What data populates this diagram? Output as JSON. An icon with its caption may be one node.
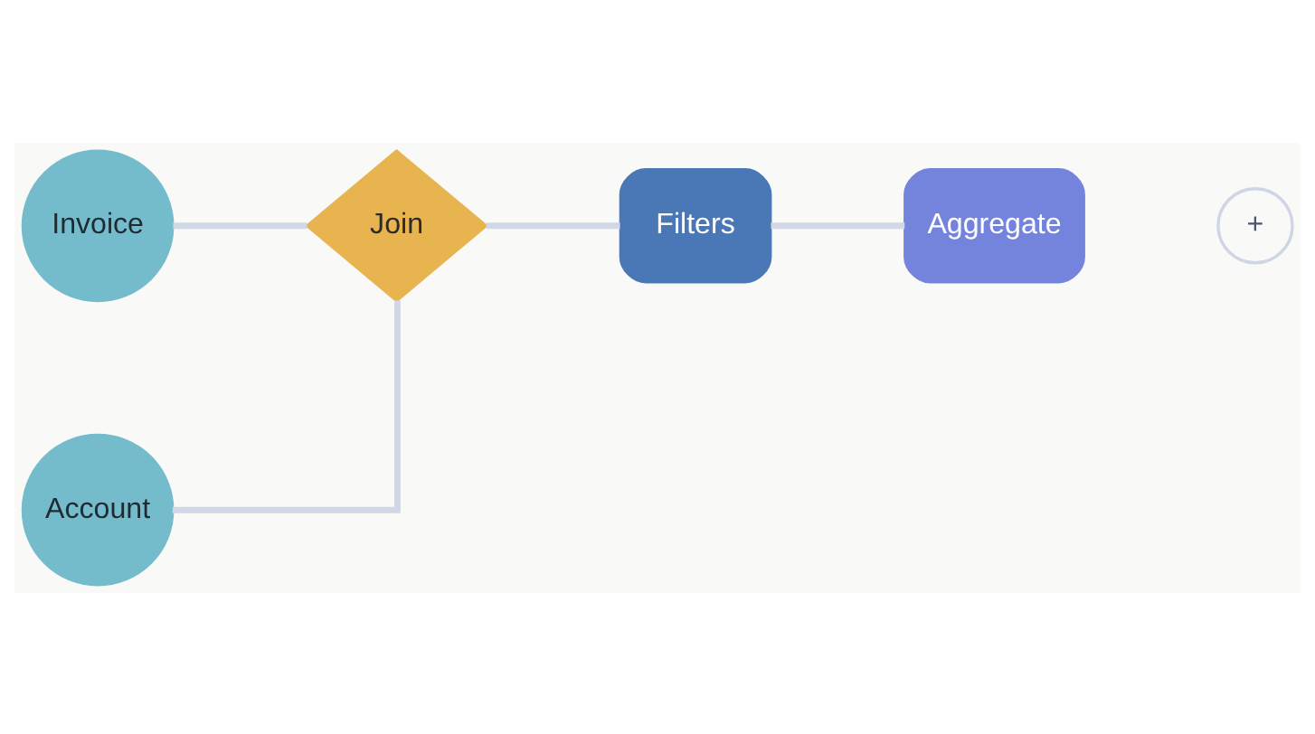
{
  "diagram": {
    "nodes": [
      {
        "text": [
          "Invoice"
        ]
      },
      {
        "text": [
          "Join"
        ]
      },
      {
        "text": [
          "Filters"
        ]
      },
      {
        "text": [
          "Aggregate"
        ]
      },
      {
        "text": [
          "+"
        ]
      },
      {
        "text": [
          "Account"
        ]
      }
    ],
    "edges": [
      {
        "from": 0,
        "to": 1,
        "arrow": "none"
      },
      {
        "from": 1,
        "to": 2,
        "arrow": "none"
      },
      {
        "from": 2,
        "to": 3,
        "arrow": "none"
      },
      {
        "from": 5,
        "to": 1,
        "arrow": "none"
      }
    ]
  }
}
